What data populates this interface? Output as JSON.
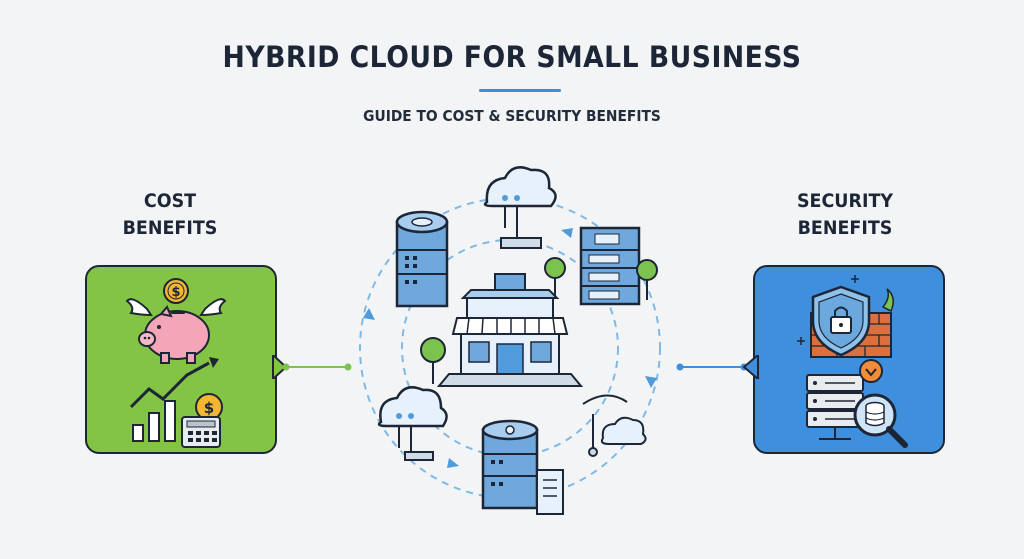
{
  "header": {
    "title": "HYBRID CLOUD FOR SMALL BUSINESS",
    "subtitle": "GUIDE TO COST & SECURITY BENEFITS"
  },
  "cost": {
    "heading_line1": "COST",
    "heading_line2": "BENEFITS",
    "coin_symbol": "$",
    "color": "#84c444"
  },
  "security": {
    "heading_line1": "SECURITY",
    "heading_line2": "BENEFITS",
    "color": "#3f8fdc"
  },
  "colors": {
    "accent": "#3a8fd6",
    "outline": "#1d2636",
    "server": "#6fa8dc",
    "tree": "#7cc24e"
  },
  "icons": [
    "piggy-bank-icon",
    "coin-icon",
    "growth-chart-icon",
    "calculator-icon",
    "shield-lock-icon",
    "firewall-icon",
    "server-icon",
    "magnifier-database-icon",
    "storefront-icon",
    "cloud-icon"
  ]
}
